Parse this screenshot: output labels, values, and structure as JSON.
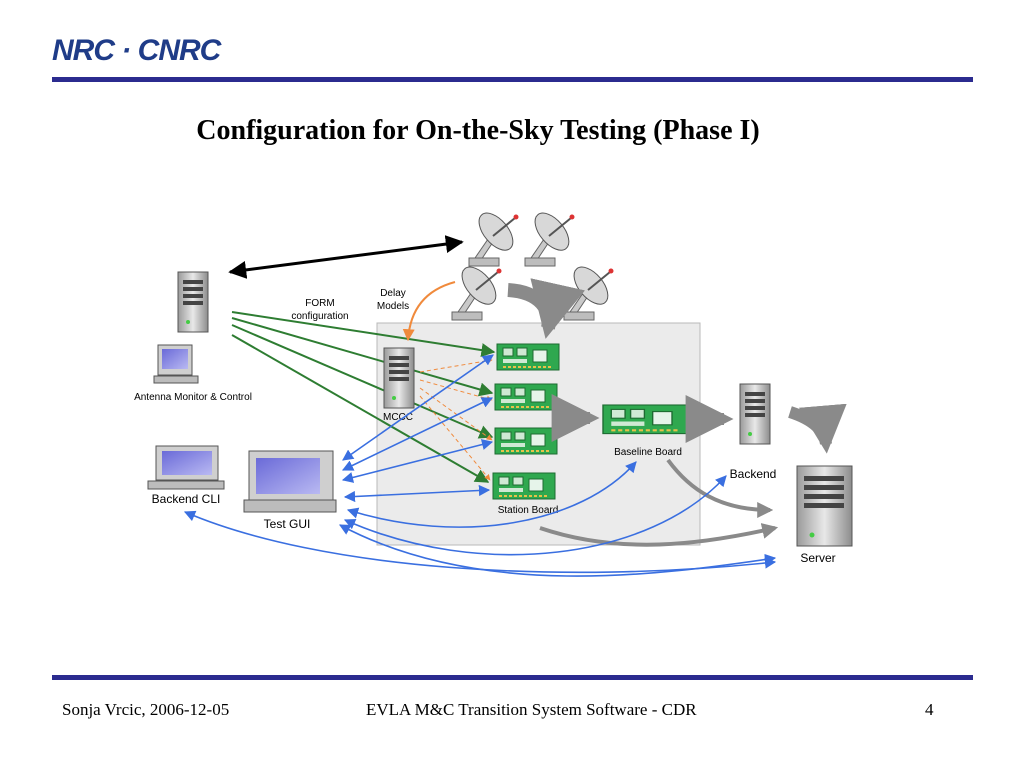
{
  "header": {
    "logo_text": "NRC · CNRC",
    "title": "Configuration for On-the-Sky Testing (Phase I)"
  },
  "diagram": {
    "labels": {
      "form_config_line1": "FORM",
      "form_config_line2": "configuration",
      "delay_line1": "Delay",
      "delay_line2": "Models",
      "antenna_mc": "Antenna Monitor & Control",
      "mccc": "MCCC",
      "backend_cli": "Backend CLI",
      "test_gui": "Test GUI",
      "station_board": "Station Board",
      "baseline_board": "Baseline Board",
      "backend": "Backend",
      "server": "Server"
    },
    "colors": {
      "green_arrow": "#2e7d32",
      "blue_arrow": "#3a6fe0",
      "orange_arrow": "#f08a3c",
      "gray_arrow": "#8a8a8a",
      "board": "#2fa84f",
      "panel": "#ebebeb"
    }
  },
  "footer": {
    "left": "Sonja Vrcic, 2006-12-05",
    "center": "EVLA M&C Transition System Software - CDR",
    "right": "4"
  }
}
